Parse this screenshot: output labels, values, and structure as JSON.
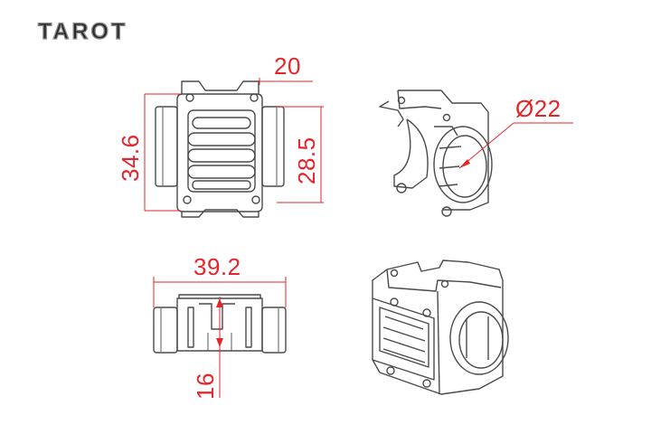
{
  "brand": {
    "logo_text": "TAROT"
  },
  "dimensions": {
    "top_width": "20",
    "outer_height": "34.6",
    "inner_height": "28.5",
    "bore_diameter": "Ø22",
    "total_width": "39.2",
    "base_height": "16"
  },
  "colors": {
    "dimension": "#e3262b",
    "outline": "#4a4a4a",
    "background": "#ffffff"
  }
}
